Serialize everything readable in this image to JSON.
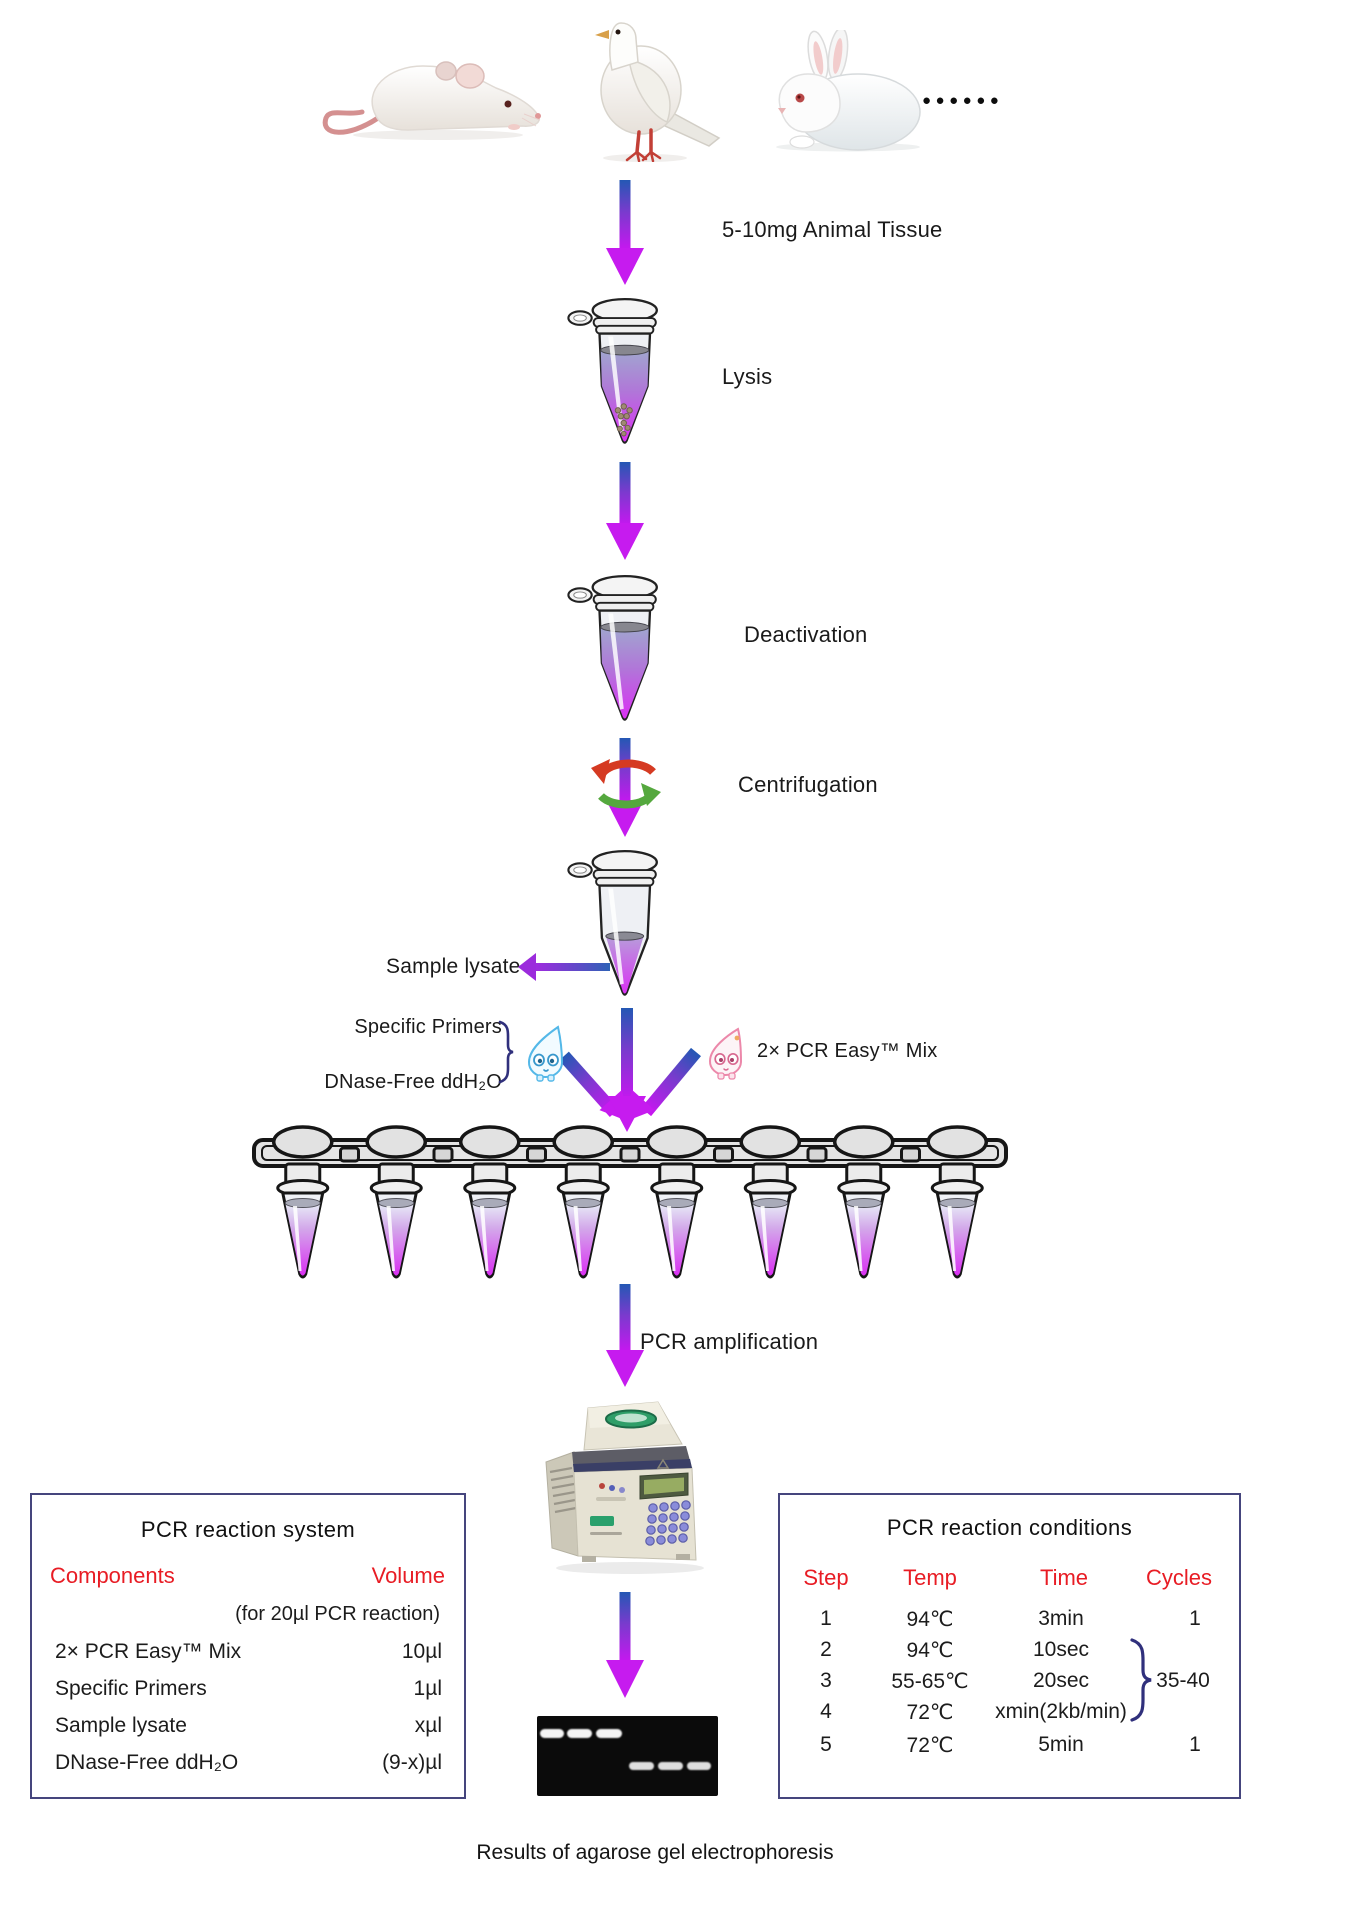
{
  "labels": {
    "animal_tissue": "5-10mg Animal Tissue",
    "lysis": "Lysis",
    "deactivation": "Deactivation",
    "centrifugation": "Centrifugation",
    "sample_lysate": "Sample lysate",
    "specific_primers": "Specific Primers",
    "dnase_free_water": "DNase-Free ddH₂O",
    "pcr_mix": "2× PCR Easy™ Mix",
    "pcr_amplification": "PCR amplification",
    "gel_caption": "Results of agarose gel electrophoresis",
    "ellipsis": "●●●●●●"
  },
  "reaction_system": {
    "title": "PCR reaction system",
    "col_components": "Components",
    "col_volume": "Volume",
    "volume_note": "(for 20µl PCR reaction)",
    "rows": [
      {
        "component": "2× PCR Easy™ Mix",
        "volume": "10µl"
      },
      {
        "component": "Specific Primers",
        "volume": "1µl"
      },
      {
        "component": "Sample lysate",
        "volume": "xµl"
      },
      {
        "component": "DNase-Free ddH₂O",
        "volume": "(9-x)µl"
      }
    ]
  },
  "reaction_conditions": {
    "title": "PCR reaction conditions",
    "col_step": "Step",
    "col_temp": "Temp",
    "col_time": "Time",
    "col_cycles": "Cycles",
    "rows": [
      {
        "step": "1",
        "temp": "94℃",
        "time": "3min",
        "cycles": "1"
      },
      {
        "step": "2",
        "temp": "94℃",
        "time": "10sec",
        "cycles": ""
      },
      {
        "step": "3",
        "temp": "55-65℃",
        "time": "20sec",
        "cycles": ""
      },
      {
        "step": "4",
        "temp": "72℃",
        "time": "xmin(2kb/min)",
        "cycles": ""
      },
      {
        "step": "5",
        "temp": "72℃",
        "time": "5min",
        "cycles": "1"
      }
    ],
    "cycles_bracket": "35-40"
  },
  "colors": {
    "header_red": "#e81c24",
    "table_border": "#45457d",
    "arrow_blue": "#2458b4",
    "arrow_magenta": "#c61bef",
    "brace_navy": "#30307c",
    "liquid_magenta": "#da31f4"
  }
}
